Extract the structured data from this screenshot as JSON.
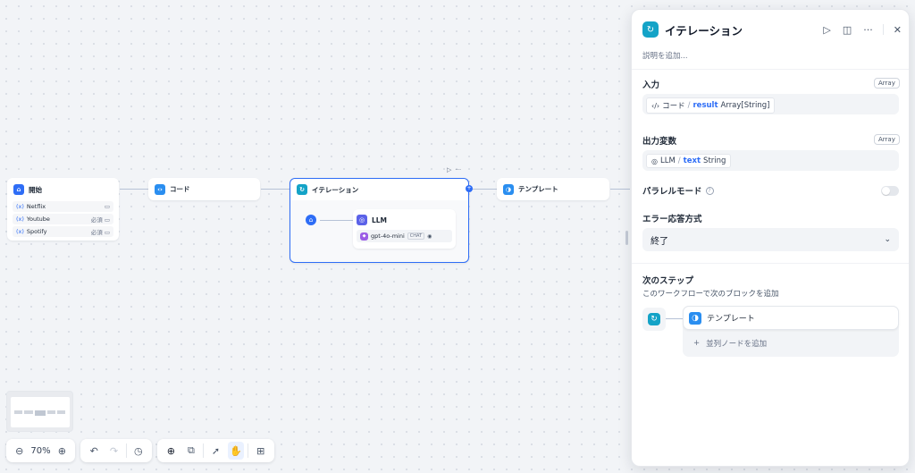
{
  "canvas": {
    "start_node": {
      "title": "開始",
      "variables": [
        {
          "name": "Netflix",
          "required": ""
        },
        {
          "name": "Youtube",
          "required": "必須"
        },
        {
          "name": "Spotify",
          "required": "必須"
        }
      ]
    },
    "code_node": {
      "title": "コード"
    },
    "iteration_node": {
      "title": "イテレーション",
      "inner_llm": {
        "title": "LLM",
        "model": "gpt-4o-mini",
        "mode": "CHAT"
      }
    },
    "template_node": {
      "title": "テンプレート"
    }
  },
  "bottom_toolbar": {
    "zoom": "70%"
  },
  "panel": {
    "title": "イテレーション",
    "description_placeholder": "説明を追加...",
    "input": {
      "label": "入力",
      "badge": "Array",
      "source": "コード",
      "separator": "/",
      "var": "result",
      "type": "Array[String]"
    },
    "output": {
      "label": "出力変数",
      "badge": "Array",
      "source": "LLM",
      "separator": "/",
      "var": "text",
      "type": "String"
    },
    "parallel_mode": {
      "label": "パラレルモード"
    },
    "error_mode": {
      "label": "エラー応答方式",
      "value": "終了"
    },
    "next_step": {
      "title": "次のステップ",
      "subtitle": "このワークフローで次のブロックを追加",
      "next_block": "テンプレート",
      "add_parallel": "並列ノードを追加"
    }
  },
  "colors": {
    "accent": "#2e6df6",
    "iteration_icon": "#14a3c7",
    "canvas_bg": "#f2f4f7"
  }
}
